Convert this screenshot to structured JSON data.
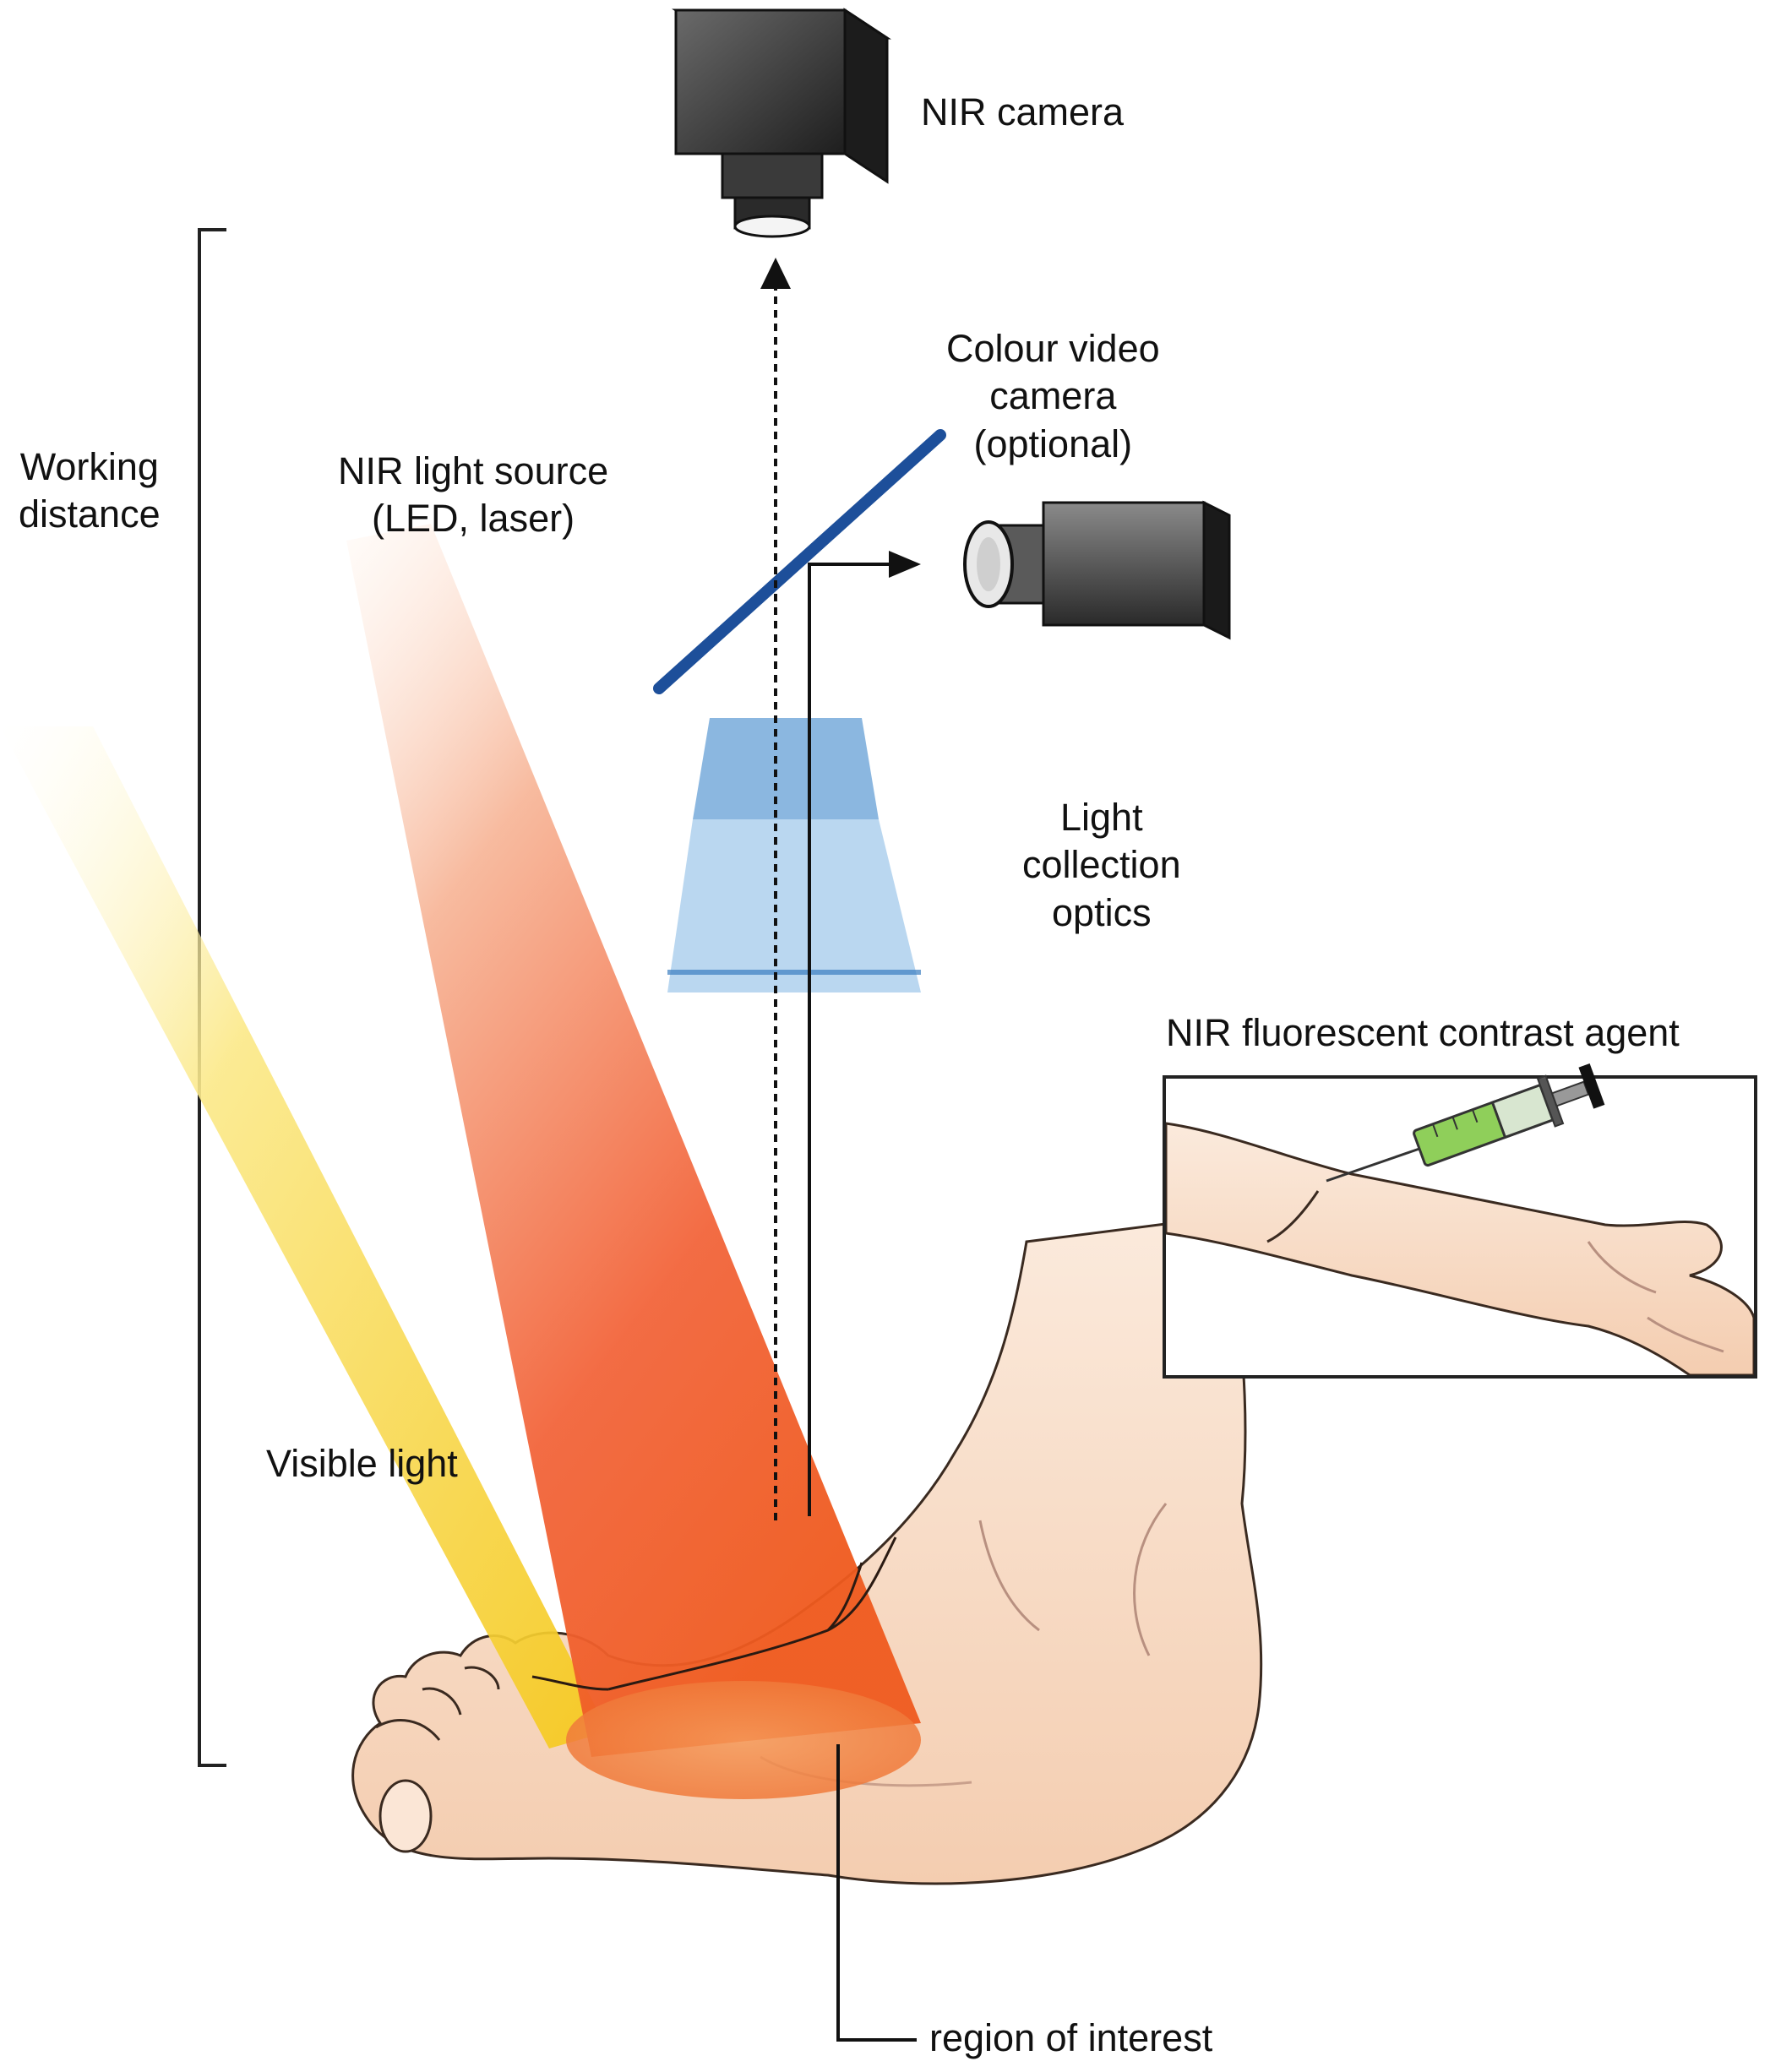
{
  "diagram": {
    "labels": {
      "nir_camera": "NIR camera",
      "colour_video_camera": [
        "Colour video",
        "camera",
        "(optional)"
      ],
      "working_distance": [
        "Working",
        "distance"
      ],
      "nir_light_source": [
        "NIR light source",
        "(LED, laser)"
      ],
      "light_collection_optics": [
        "Light",
        "collection",
        "optics"
      ],
      "nir_contrast_agent": "NIR fluorescent contrast agent",
      "visible_light": "Visible light",
      "region_of_interest": "region of interest"
    },
    "colors": {
      "visible_light_beam": "#f6d21c",
      "nir_beam": "#f0521f",
      "dichroic_mirror": "#1d4f9a",
      "optics": "#7fb0dd",
      "camera_body": "#3a3a3a",
      "skin": "#f7dcc6",
      "syringe_fluid": "#8fcf5a"
    }
  }
}
